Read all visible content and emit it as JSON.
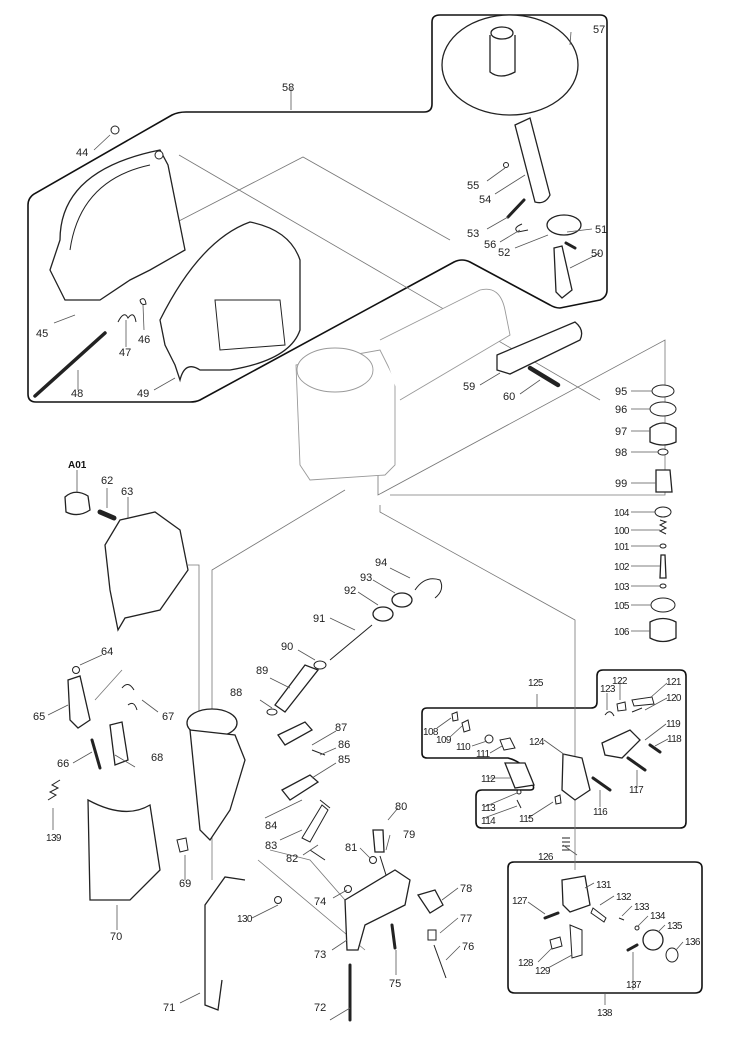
{
  "diagram": {
    "type": "exploded-parts-diagram",
    "assembly_groups": [
      {
        "label": "58",
        "members": [
          "44",
          "45",
          "46",
          "47",
          "48",
          "49",
          "50",
          "51",
          "52",
          "53",
          "54",
          "55",
          "56",
          "57"
        ]
      },
      {
        "label": "125",
        "members": [
          "108",
          "109",
          "110",
          "111",
          "112",
          "113",
          "114",
          "115",
          "116",
          "117",
          "118",
          "119",
          "120",
          "121",
          "122",
          "123",
          "124"
        ]
      },
      {
        "label": "138",
        "members": [
          "127",
          "128",
          "129",
          "131",
          "132",
          "133",
          "134",
          "135",
          "136",
          "137"
        ]
      }
    ],
    "parts": {
      "p44": "44",
      "p45": "45",
      "p46": "46",
      "p47": "47",
      "p48": "48",
      "p49": "49",
      "p50": "50",
      "p51": "51",
      "p52": "52",
      "p53": "53",
      "p54": "54",
      "p55": "55",
      "p56": "56",
      "p57": "57",
      "p58": "58",
      "p59": "59",
      "p60": "60",
      "a01": "A01",
      "p62": "62",
      "p63": "63",
      "p64": "64",
      "p65": "65",
      "p66": "66",
      "p67": "67",
      "p68": "68",
      "p69": "69",
      "p70": "70",
      "p71": "71",
      "p72": "72",
      "p73": "73",
      "p74": "74",
      "p75": "75",
      "p76": "76",
      "p77": "77",
      "p78": "78",
      "p79": "79",
      "p80": "80",
      "p81": "81",
      "p82": "82",
      "p83": "83",
      "p84": "84",
      "p85": "85",
      "p86": "86",
      "p87": "87",
      "p88": "88",
      "p89": "89",
      "p90": "90",
      "p91": "91",
      "p92": "92",
      "p93": "93",
      "p94": "94",
      "p95": "95",
      "p96": "96",
      "p97": "97",
      "p98": "98",
      "p99": "99",
      "p100": "100",
      "p101": "101",
      "p102": "102",
      "p103": "103",
      "p104": "104",
      "p105": "105",
      "p106": "106",
      "p108": "108",
      "p109": "109",
      "p110": "110",
      "p111": "111",
      "p112": "112",
      "p113": "113",
      "p114": "114",
      "p115": "115",
      "p116": "116",
      "p117": "117",
      "p118": "118",
      "p119": "119",
      "p120": "120",
      "p121": "121",
      "p122": "122",
      "p123": "123",
      "p124": "124",
      "p125": "125",
      "p126": "126",
      "p127": "127",
      "p128": "128",
      "p129": "129",
      "p130": "130",
      "p131": "131",
      "p132": "132",
      "p133": "133",
      "p134": "134",
      "p135": "135",
      "p136": "136",
      "p137": "137",
      "p138": "138",
      "p139": "139"
    }
  }
}
